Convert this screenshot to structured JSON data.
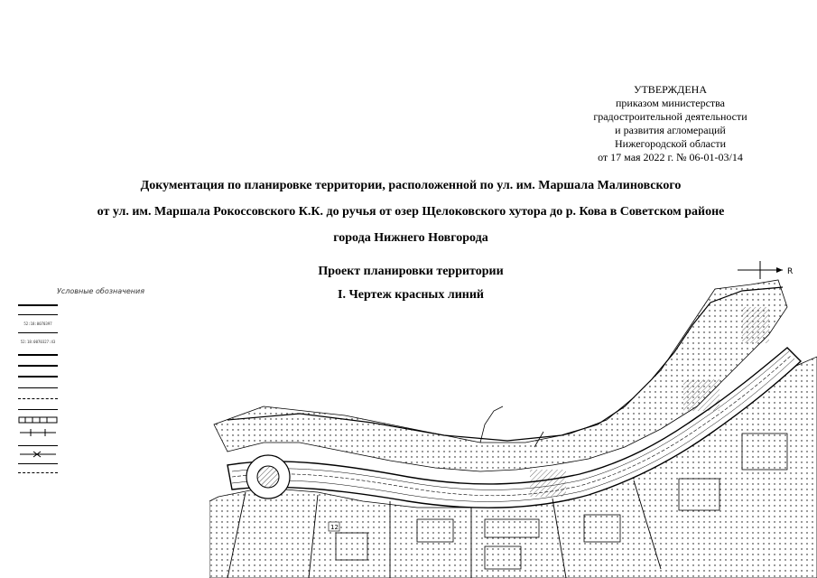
{
  "approval": {
    "lines": [
      "УТВЕРЖДЕНА",
      "приказом министерства",
      "градостроительной деятельности",
      "и развития агломераций",
      "Нижегородской области",
      "от 17 мая 2022 г. № 06-01-03/14"
    ]
  },
  "document": {
    "title_lines": [
      "Документация по планировке территории, расположенной по ул. им. Маршала Малиновского",
      "от ул. им. Маршала Рокоссовского К.К. до ручья от озер Щелоковского хутора до р. Кова в Советском районе",
      "города Нижнего Новгорода"
    ],
    "project": "Проект планировки территории",
    "sheet": "I. Чертеж красных линий"
  },
  "legend": {
    "title": "Условные обозначения",
    "codes": [
      "52:18:0070397",
      "52:18:0070327:43",
      "12"
    ]
  },
  "compass": {
    "label": "R"
  },
  "colors": {
    "ink": "#000000",
    "paper": "#ffffff"
  }
}
